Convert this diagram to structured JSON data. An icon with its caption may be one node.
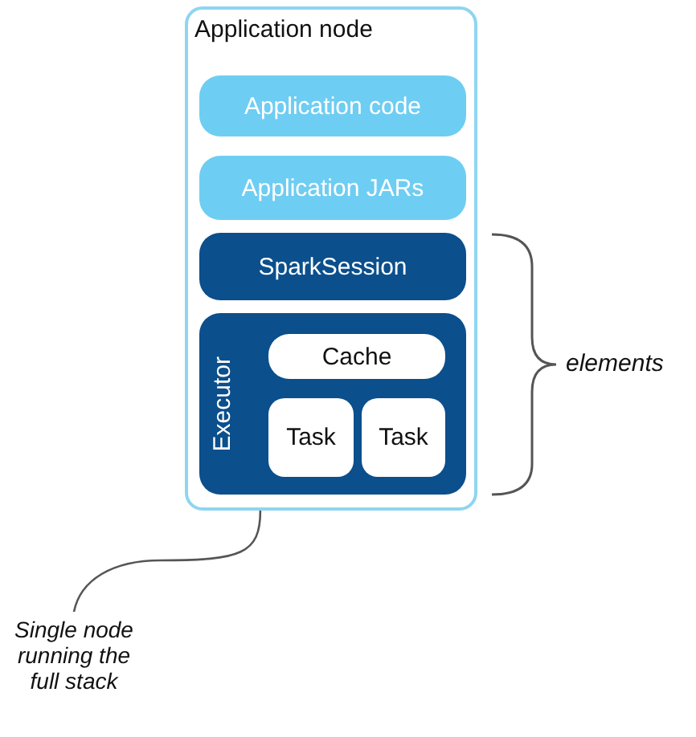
{
  "diagram": {
    "nodes": [
      {
        "text": [
          "Application node"
        ]
      },
      {
        "text": [
          "Application code"
        ],
        "in": 0
      },
      {
        "text": [
          "Application JARs"
        ],
        "in": 0
      },
      {
        "text": [
          "SparkSession"
        ],
        "in": 0
      },
      {
        "text": [
          "Executor"
        ],
        "in": 0
      },
      {
        "text": [
          "Cache"
        ],
        "in": 4
      },
      {
        "text": [
          "Task"
        ],
        "in": 4
      },
      {
        "text": [
          "Task"
        ],
        "in": 4
      },
      {
        "text": [
          "Single node running the full stack"
        ]
      }
    ],
    "edges": [
      {
        "from": 8,
        "to": 0,
        "arrow": "none"
      }
    ],
    "labels": [
      "elements"
    ]
  }
}
